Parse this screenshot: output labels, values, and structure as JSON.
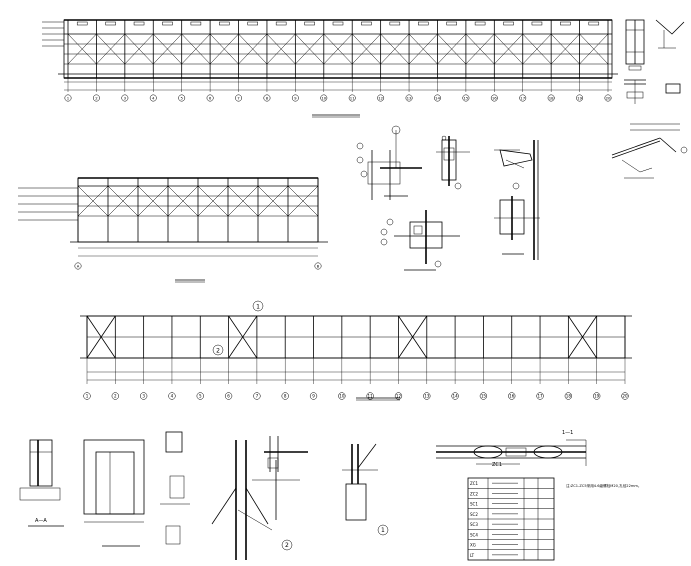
{
  "elevation_top": {
    "axes": [
      "1",
      "2",
      "3",
      "4",
      "5",
      "6",
      "7",
      "8",
      "9",
      "10",
      "11",
      "12",
      "13",
      "14",
      "15",
      "16",
      "17",
      "18",
      "19",
      "20"
    ]
  },
  "elevation_side": {
    "axes": [
      "A",
      "B"
    ]
  },
  "bracing_plan": {
    "axes": [
      "1",
      "2",
      "3",
      "4",
      "5",
      "6",
      "7",
      "8",
      "9",
      "10",
      "11",
      "12",
      "13",
      "14",
      "15",
      "16",
      "17",
      "18",
      "19",
      "20"
    ],
    "callouts": [
      "1",
      "2"
    ]
  },
  "details": {
    "circle_labels": [
      "1",
      "2"
    ],
    "section_mark": "1—1",
    "zc1_label": "ZC1",
    "aa_label": "A—A",
    "footnote": "注:ZC1-ZC5采用4.6级螺栓M20,孔径22mm。"
  },
  "material_table": {
    "rows": [
      [
        "ZC1",
        "",
        ""
      ],
      [
        "ZC2",
        "",
        ""
      ],
      [
        "SC1",
        "",
        ""
      ],
      [
        "SC2",
        "",
        ""
      ],
      [
        "SC3",
        "",
        ""
      ],
      [
        "SC4",
        "",
        ""
      ],
      [
        "XG",
        "",
        ""
      ],
      [
        "LT",
        "",
        ""
      ]
    ]
  }
}
